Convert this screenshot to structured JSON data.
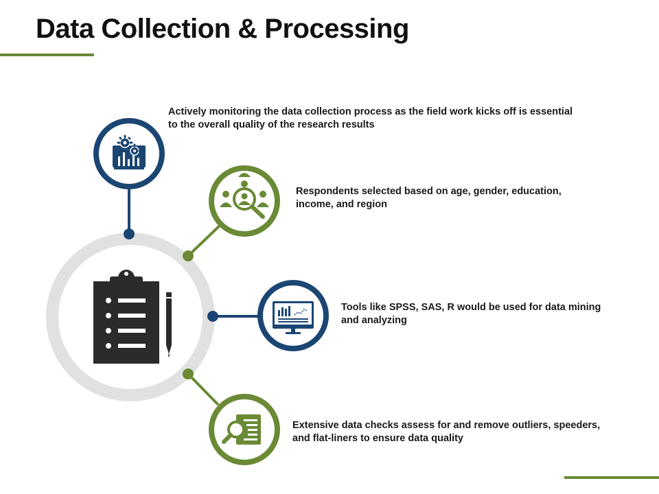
{
  "slide": {
    "title": "Data Collection & Processing"
  },
  "colors": {
    "navy": "#1b4673",
    "green": "#6a8a35",
    "ring_gray": "#e1e1e1",
    "icon_dark": "#2b2b2b"
  },
  "steps": [
    {
      "text": "Actively monitoring the data collection process as the field work kicks off is essential to the overall quality of the research results",
      "icon": "monitoring-gears-chart-icon",
      "color": "navy"
    },
    {
      "text": "Respondents selected based on age, gender, education, income, and region",
      "icon": "people-search-icon",
      "color": "green"
    },
    {
      "text": "Tools like SPSS, SAS, R would be used for data mining and analyzing",
      "icon": "monitor-analytics-icon",
      "color": "navy"
    },
    {
      "text": "Extensive data checks assess for and remove outliers, speeders, and flat-liners to ensure data quality",
      "icon": "document-search-icon",
      "color": "green"
    }
  ],
  "center": {
    "icon": "clipboard-checklist-pencil-icon"
  }
}
